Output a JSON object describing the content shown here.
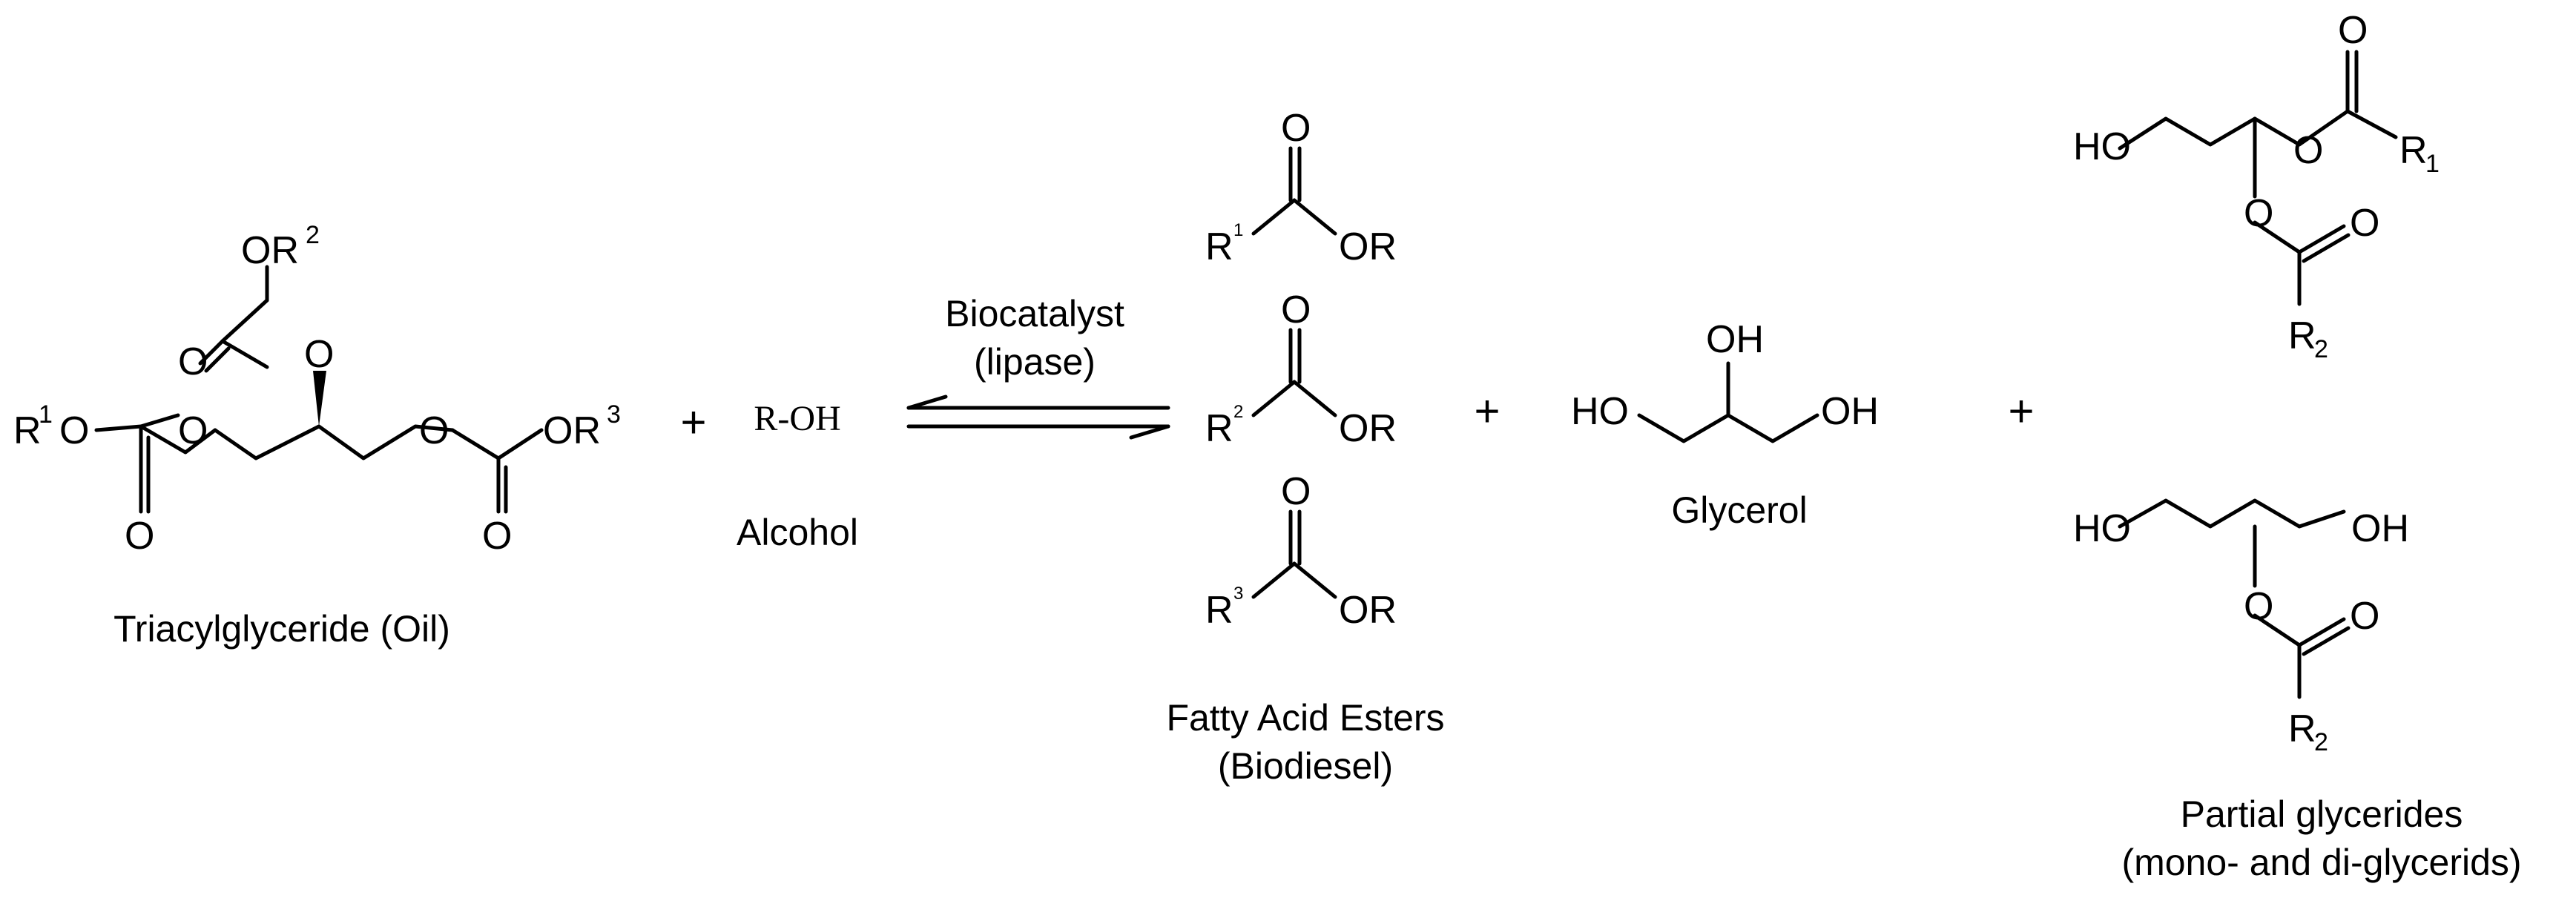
{
  "labels": {
    "triacylglyceride": "Triacylglyceride (Oil)",
    "alcohol": "Alcohol",
    "fatty_acid_esters": "Fatty Acid Esters",
    "biodiesel": "(Biodiesel)",
    "glycerol": "Glycerol",
    "partial_glycerides": "Partial glycerides",
    "partial_glycerides_note": "(mono- and di-glycerids)"
  },
  "arrow": {
    "catalyst": "Biocatalyst",
    "enzyme": "(lipase)"
  },
  "reagents": {
    "alcohol_formula": "R-OH"
  },
  "operators": {
    "plus": "+"
  },
  "atoms": {
    "R": "R",
    "O": "O",
    "OR": "OR",
    "HO": "HO",
    "OH": "OH",
    "sup1": "1",
    "sup2": "2",
    "sup3": "3",
    "sub1": "1",
    "sub2": "2"
  }
}
